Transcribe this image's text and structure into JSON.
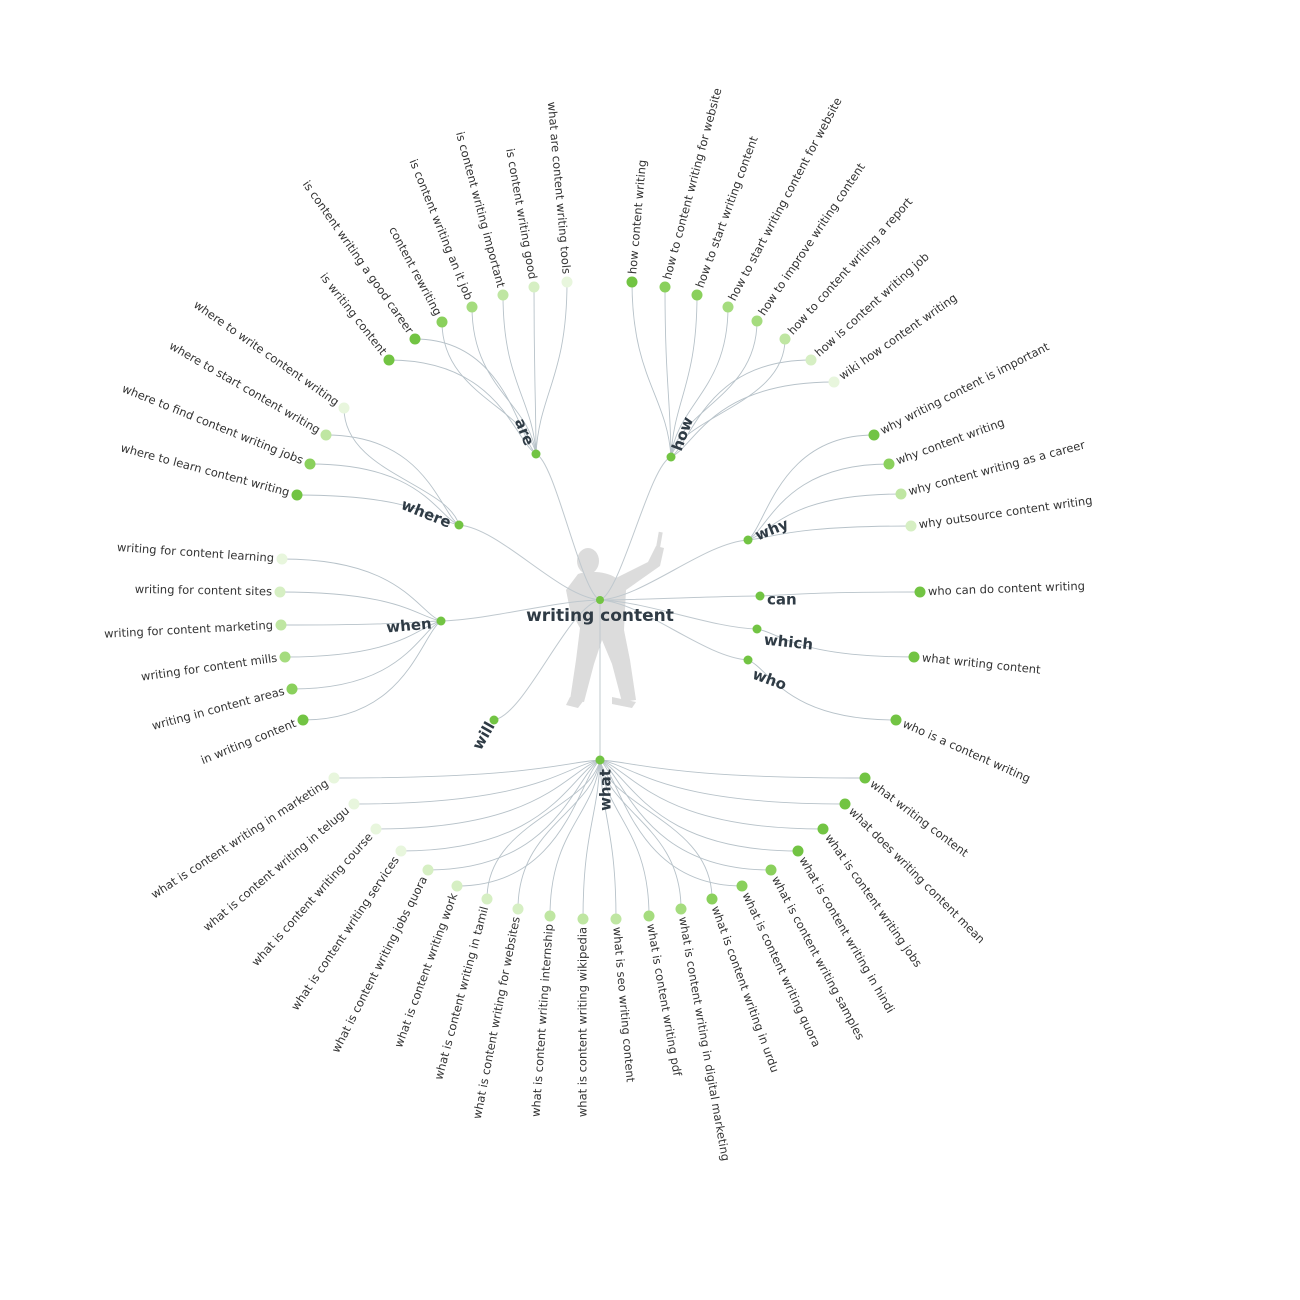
{
  "center": {
    "label": "writing content"
  },
  "colors": {
    "edge": "#b7c2c9",
    "text": "#2f3b45",
    "figure": "#dcdcdc",
    "shades": [
      "#72c443",
      "#8ad05c",
      "#a5dc7e",
      "#bfe6a2",
      "#d6efc3",
      "#e8f6dd"
    ]
  },
  "branches": [
    {
      "id": "how",
      "label": "how",
      "children": [
        {
          "label": "how content writing",
          "shade": 0
        },
        {
          "label": "how to content writing for website",
          "shade": 1
        },
        {
          "label": "how to start writing content",
          "shade": 1
        },
        {
          "label": "how to start writing content for website",
          "shade": 2
        },
        {
          "label": "how to improve writing content",
          "shade": 2
        },
        {
          "label": "how to content writing a report",
          "shade": 3
        },
        {
          "label": "how is content writing job",
          "shade": 4
        },
        {
          "label": "wiki how content writing",
          "shade": 5
        }
      ]
    },
    {
      "id": "why",
      "label": "why",
      "children": [
        {
          "label": "why writing content is important",
          "shade": 0
        },
        {
          "label": "why content writing",
          "shade": 1
        },
        {
          "label": "why content writing as a career",
          "shade": 3
        },
        {
          "label": "why outsource content writing",
          "shade": 4
        }
      ]
    },
    {
      "id": "can",
      "label": "can",
      "children": [
        {
          "label": "who can do content writing",
          "shade": 0
        }
      ]
    },
    {
      "id": "which",
      "label": "which",
      "children": [
        {
          "label": "what writing content",
          "shade": 0
        }
      ]
    },
    {
      "id": "who",
      "label": "who",
      "children": [
        {
          "label": "who is a content writing",
          "shade": 0
        }
      ]
    },
    {
      "id": "what",
      "label": "what",
      "children": [
        {
          "label": "what writing content",
          "shade": 0
        },
        {
          "label": "what does writing content mean",
          "shade": 0
        },
        {
          "label": "what is content writing jobs",
          "shade": 0
        },
        {
          "label": "what is content writing in hindi",
          "shade": 0
        },
        {
          "label": "what is content writing samples",
          "shade": 1
        },
        {
          "label": "what is content writing quora",
          "shade": 1
        },
        {
          "label": "what is content writing in urdu",
          "shade": 1
        },
        {
          "label": "what is content writing in digital marketing",
          "shade": 2
        },
        {
          "label": "what is content writing pdf",
          "shade": 2
        },
        {
          "label": "what is seo writing content",
          "shade": 3
        },
        {
          "label": "what is content writing wikipedia",
          "shade": 3
        },
        {
          "label": "what is content writing internship",
          "shade": 3
        },
        {
          "label": "what is content writing for websites",
          "shade": 4
        },
        {
          "label": "what is content writing in tamil",
          "shade": 4
        },
        {
          "label": "what is content writing work",
          "shade": 4
        },
        {
          "label": "what is content writing jobs quora",
          "shade": 4
        },
        {
          "label": "what is content writing services",
          "shade": 5
        },
        {
          "label": "what is content writing course",
          "shade": 5
        },
        {
          "label": "what is content writing in telugu",
          "shade": 5
        },
        {
          "label": "what is content writing in marketing",
          "shade": 5
        }
      ]
    },
    {
      "id": "will",
      "label": "will",
      "children": []
    },
    {
      "id": "when",
      "label": "when",
      "children": [
        {
          "label": "writing for content learning",
          "shade": 5
        },
        {
          "label": "writing for content sites",
          "shade": 4
        },
        {
          "label": "writing for content marketing",
          "shade": 3
        },
        {
          "label": "writing for content mills",
          "shade": 2
        },
        {
          "label": "writing in content areas",
          "shade": 1
        },
        {
          "label": "in writing content",
          "shade": 0
        }
      ]
    },
    {
      "id": "where",
      "label": "where",
      "children": [
        {
          "label": "where to write content writing",
          "shade": 5
        },
        {
          "label": "where to start content writing",
          "shade": 3
        },
        {
          "label": "where to find content writing jobs",
          "shade": 1
        },
        {
          "label": "where to learn content writing",
          "shade": 0
        }
      ]
    },
    {
      "id": "are",
      "label": "are",
      "children": [
        {
          "label": "is writing content",
          "shade": 0
        },
        {
          "label": "is content writing a good career",
          "shade": 0
        },
        {
          "label": "content rewriting",
          "shade": 1
        },
        {
          "label": "is content writing an it job",
          "shade": 2
        },
        {
          "label": "is content writing important",
          "shade": 3
        },
        {
          "label": "is content writing good",
          "shade": 4
        },
        {
          "label": "what are content writing tools",
          "shade": 5
        }
      ]
    }
  ]
}
